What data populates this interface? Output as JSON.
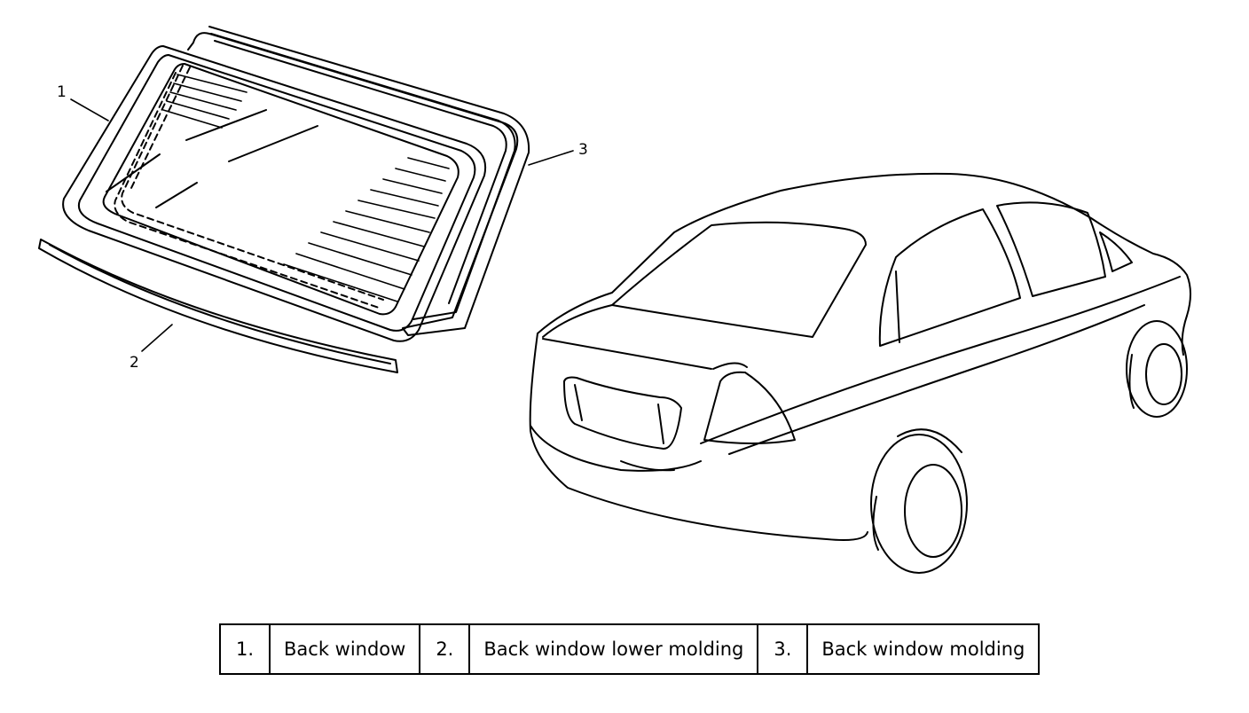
{
  "callouts": [
    "1",
    "2",
    "3"
  ],
  "legend": [
    {
      "num": "1.",
      "label": "Back window"
    },
    {
      "num": "2.",
      "label": "Back window lower molding"
    },
    {
      "num": "3.",
      "label": "Back window molding"
    }
  ]
}
